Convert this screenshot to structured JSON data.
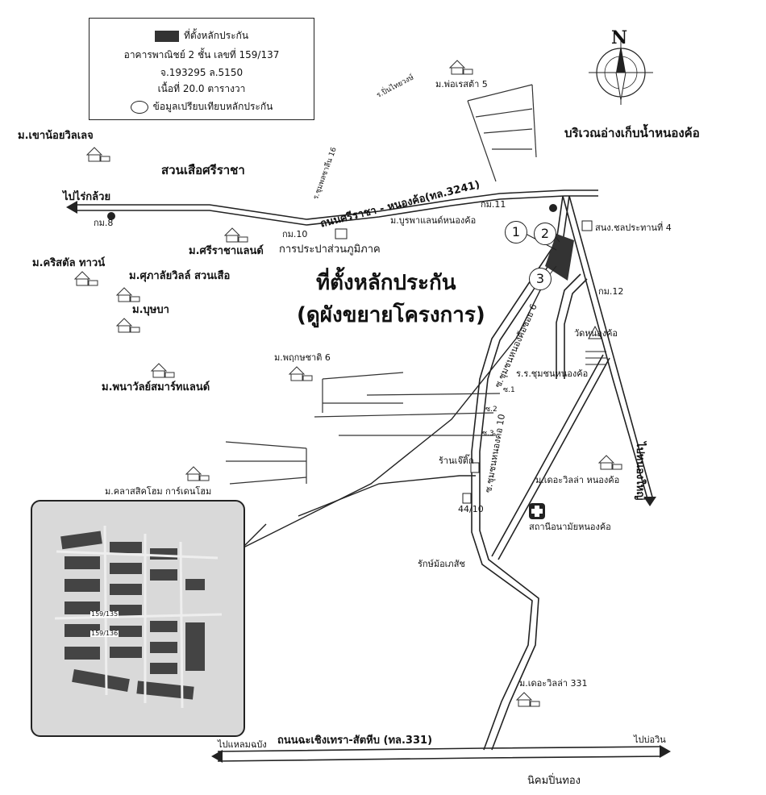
{
  "legend": {
    "title": "ที่ตั้งหลักประกัน",
    "line1": "อาคารพาณิชย์ 2 ชั้น เลขที่ 159/137",
    "line2": "จ.193295 ล.5150",
    "line3": "เนื้อที่ 20.0 ตารางวา",
    "compare": "ข้อมูลเปรียบเทียบหลักประกัน"
  },
  "compass": {
    "north": "N"
  },
  "title": {
    "line1": "ที่ตั้งหลักประกัน",
    "line2": "(ดูผังขยายโครงการ)"
  },
  "markers": [
    "1",
    "2",
    "3"
  ],
  "inset": {
    "lot1": "159/135",
    "lot2": "159/136"
  },
  "labels": {
    "ban_khao_noi": "ม.เขาน้อยวิลเลจ",
    "suan_suea": "สวนเสือศรีราชา",
    "pai_rai_kluai": "ไปไร่กล้วย",
    "km8": "กม.8",
    "km10": "กม.10",
    "km11": "กม.11",
    "km12": "กม.12",
    "crystal": "ม.คริสตัล ทาวน์",
    "sriracha_land": "ม.ศรีราชาแลนด์",
    "supalai": "ม.ศุภาลัยวิลล์ สวนเสือ",
    "bussaba": "ม.บุษบา",
    "pawan": "ม.พนาวัลย์สมาร์ทแลนด์",
    "pruksa": "ม.พฤกษชาติ 6",
    "classic": "ม.คลาสสิคโฮม การ์เดนโฮม",
    "por_resort": "ม.พ่อเรสต้า 5",
    "rong_pin": "ร.ปิ่นไทยวงษ์",
    "soi_chumphon": "ร.ชุมพลซาลีน 16",
    "road_main": "ถนนศรีราชา - หนองค้อ(ทล.3241)",
    "burapha": "ม.บูรพาแลนด์หนองค้อ",
    "waterworks": "การประปาส่วนภูมิภาค",
    "reservoir": "บริเวณอ่างเก็บน้ำหนองค้อ",
    "office": "สนง.ชลประทานที่ 4",
    "soi6": "ซ.ชุมชนหนองค้อซอย 6",
    "wat": "วัดหนองค้อ",
    "school": "ร.ร.ชุมชนหนองค้อ",
    "r1": "ซ.1",
    "r2": "ซ.2",
    "r3": "ซ.3",
    "shop": "ร้านเจ๊ติ๊ก",
    "house_no": "44/10",
    "soi10": "ซ.ชุมชนหนองค้อ 10",
    "de_villa": "ม.เดอะวิลล่า หนองค้อ",
    "health": "สถานีอนามัยหนองค้อ",
    "pharmacy": "รักษ์ม้อเภสัช",
    "de_villa331": "ม.เดอะวิลล่า 331",
    "pai_nong_yai": "ไปหนองใหญ่",
    "road331": "ถนนฉะเชิงเทรา-สัตหีบ (ทล.331)",
    "pai_laem": "ไปแหลมฉบัง",
    "pai_bo_win": "ไปบ่อวิน",
    "nikhom": "นิคมปิ่นทอง"
  },
  "colors": {
    "ink": "#111111",
    "lot": "#333333",
    "inset_bg": "#d9d9d9"
  }
}
